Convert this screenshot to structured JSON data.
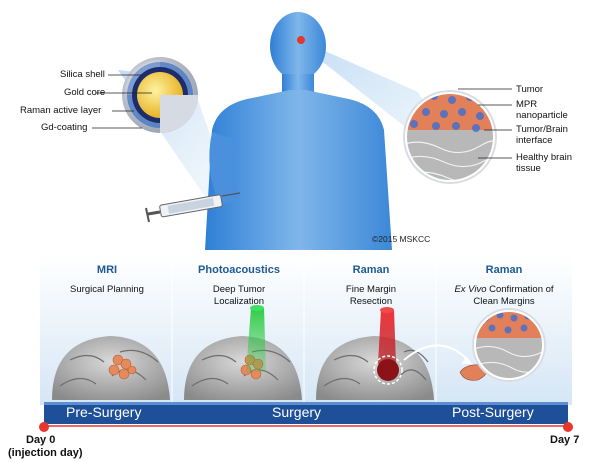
{
  "nanoparticle_labels": [
    "Silica shell",
    "Gold core",
    "Raman active layer",
    "Gd-coating"
  ],
  "tissue_labels": [
    {
      "text": "Tumor"
    },
    {
      "text": "MPR\nnanoparticle"
    },
    {
      "text": "Tumor/Brain\ninterface"
    },
    {
      "text": "Healthy brain\ntissue"
    }
  ],
  "copyright": "©2015 MSKCC",
  "panels": [
    {
      "title": "MRI",
      "subtitle": "Surgical Planning"
    },
    {
      "title": "Photoacoustics",
      "subtitle": "Deep Tumor\nLocalization"
    },
    {
      "title": "Raman",
      "subtitle": "Fine Margin\nResection"
    },
    {
      "title": "Raman",
      "subtitle_italic": "Ex Vivo",
      "subtitle_rest": " Confirmation of\nClean Margins"
    }
  ],
  "phases": [
    "Pre-Surgery",
    "Surgery",
    "Post-Surgery"
  ],
  "timeline": {
    "start_label": "Day 0",
    "start_note": "(injection day)",
    "end_label": "Day 7"
  },
  "colors": {
    "timeline_bar": "#1e4f99",
    "panel_title": "#1d5a94",
    "photoacoustic_beam": "#27c93f",
    "raman_beam": "#e0262b",
    "tumor": "#e58a5c",
    "marker": "#e5372b"
  }
}
